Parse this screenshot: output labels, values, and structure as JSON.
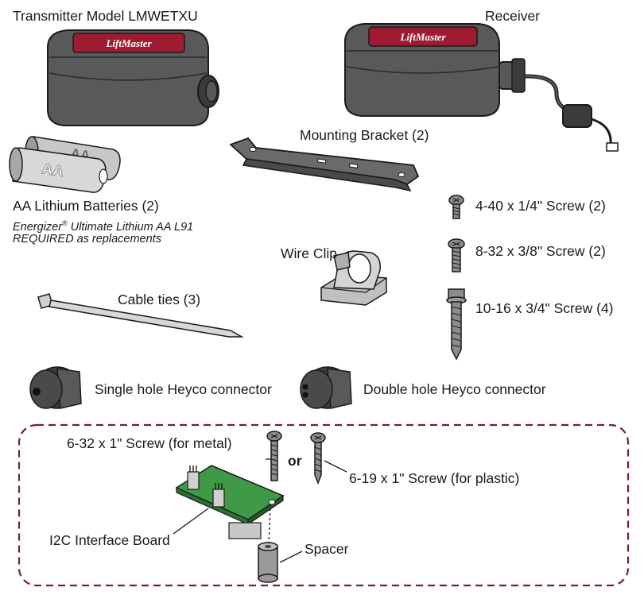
{
  "brand_logo_text": "LiftMaster",
  "labels": {
    "transmitter": "Transmitter Model LMWETXU",
    "receiver": "Receiver",
    "mounting_bracket": "Mounting Bracket (2)",
    "batteries": "AA Lithium Batteries (2)",
    "battery_brand_prefix": "Energizer",
    "battery_brand_mark": "®",
    "battery_brand_suffix": " Ultimate Lithium AA L91",
    "battery_required": "REQUIRED as replacements",
    "battery_marking": "AA",
    "screw_440": "4-40 x 1/4\" Screw (2)",
    "screw_832": "8-32 x 3/8\" Screw (2)",
    "screw_1016": "10-16 x 3/4\" Screw (4)",
    "wire_clip": "Wire Clip",
    "cable_ties": "Cable ties (3)",
    "single_heyco": "Single hole Heyco connector",
    "double_heyco": "Double hole Heyco connector",
    "screw_632": "6-32 x 1\" Screw (for metal)",
    "or": "or",
    "screw_619": "6-19 x 1\" Screw (for plastic)",
    "i2c_board": "I2C Interface Board",
    "spacer": "Spacer"
  },
  "colors": {
    "housing": "#58595b",
    "housing_dark": "#3a3b3d",
    "logo_red": "#9e1b32",
    "board_green": "#3f9a47",
    "dashed_border": "#7a1f2b",
    "battery_silver": "#c8c8c8",
    "metal": "#8c8c8c"
  }
}
